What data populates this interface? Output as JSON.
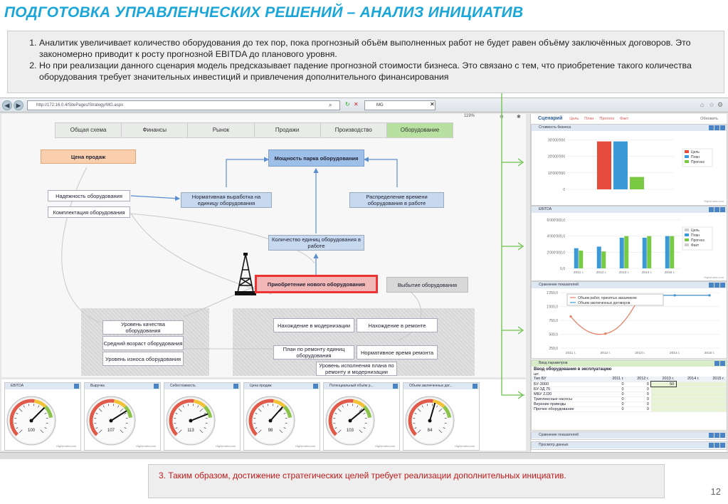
{
  "slide": {
    "title": "ПОДГОТОВКА УПРАВЛЕНЧЕСКИХ РЕШЕНИЙ – АНАЛИЗ ИНИЦИАТИВ",
    "points": [
      "Аналитик увеличивает количество оборудования до тех пор, пока прогнозный объём выполненных работ не будет равен объёму заключённых договоров. Это закономерно приводит к росту прогнозной EBITDA до планового уровня.",
      "Но при реализации данного сценария модель предсказывает падение прогнозной стоимости бизнеса. Это связано с тем, что приобретение такого количества оборудования требует значительных инвестиций и привлечения дополнительного финансирования"
    ],
    "note": "3. Таким образом, достижение стратегических целей требует реализации дополнительных инициатив.",
    "page_number": "12"
  },
  "browser": {
    "address": "http://172.16.0.4/SitePages/Strategy/MG.aspx",
    "tab": "MG",
    "zoom": "119%"
  },
  "tabs": [
    "Общая схема",
    "Финансы",
    "Рынок",
    "Продажи",
    "Производство",
    "Оборудование"
  ],
  "diagram": {
    "price": "Цена продаж",
    "capacity": "Мощность парка оборудования",
    "reliability": "Надежность оборудования",
    "completeness": "Комплектация оборудования",
    "norm_output": "Нормативная выработка на единицу оборудования",
    "time_dist": "Распределение времени оборудования в работе",
    "count_units": "Количество единиц оборудования в работе",
    "purchase": "Приобретение нового оборудования",
    "retire": "Выбытие оборудования",
    "quality": "Уровень качества оборудования",
    "avg_age": "Средний возраст оборудования",
    "wear": "Уровень износа оборудования",
    "modernization": "Нахождение в модернизации",
    "repair": "Нахождение в ремонте",
    "repair_plan": "План по ремонту единиц оборудования",
    "repair_time": "Нормативное время ремонта",
    "plan_exec": "Уровень исполнения плана по ремонту и модернизации"
  },
  "gauges": [
    {
      "title": "EBITDA",
      "value": "100",
      "needle": 100
    },
    {
      "title": "Выручка",
      "value": "107",
      "needle": 107
    },
    {
      "title": "Себестоимость",
      "value": "113",
      "needle": 113
    },
    {
      "title": "Цена продаж",
      "value": "98",
      "needle": 98
    },
    {
      "title": "Потенциальный объём р...",
      "value": "103",
      "needle": 103
    },
    {
      "title": "Объем заключенных дог...",
      "value": "84",
      "needle": 84
    }
  ],
  "gauge_credit": "Highcharts.com",
  "right": {
    "scenario_label": "Сценарий",
    "scenario_links": [
      "Цель",
      "План",
      "Прогноз",
      "Факт"
    ],
    "refresh": "Обновить",
    "panel1_title": "Стоимость бизнеса",
    "panel2_title": "EBITDA",
    "panel3_title": "Сравнение показателей",
    "panel4_title": "Ввод параметров",
    "panel5_title": "Сравнение показателей",
    "panel6_title": "Просмотр данных",
    "input_title": "Ввод оборудования в эксплуатацию",
    "input_unit": "шт.",
    "input_header": [
      "Тип БУ",
      "2011 г.",
      "2012 г.",
      "2013 г.",
      "2014 г.",
      "2015 г."
    ],
    "input_rows": [
      [
        "БУ-3000",
        "0",
        "0",
        "50",
        "",
        ""
      ],
      [
        "БУ-3Д 75",
        "0",
        "0",
        "",
        "",
        ""
      ],
      [
        "МБУ ZJ20",
        "0",
        "0",
        "",
        "",
        ""
      ],
      [
        "Триплексные насосы",
        "0",
        "0",
        "",
        "",
        ""
      ],
      [
        "Верхние приводы",
        "0",
        "0",
        "",
        "",
        ""
      ],
      [
        "Прочее оборудование",
        "0",
        "0",
        "",
        "",
        ""
      ]
    ]
  },
  "chart_data": [
    {
      "type": "bar",
      "title": "Стоимость бизнеса",
      "categories": [
        ""
      ],
      "series": [
        {
          "name": "Цель",
          "values": [
            29000000
          ]
        },
        {
          "name": "План",
          "values": [
            29000000
          ]
        },
        {
          "name": "Прогноз",
          "values": [
            7500000
          ]
        }
      ],
      "yticks": [
        "0",
        "10'000'000",
        "20'000'000",
        "30'000'000"
      ],
      "ylim": [
        0,
        31000000
      ],
      "colors": [
        "#e64b3c",
        "#3a9ad9",
        "#7ac943"
      ],
      "legend": "right",
      "credit": "Highcharts.com"
    },
    {
      "type": "bar",
      "title": "EBITDA",
      "categories": [
        "2011 г.",
        "2012 г.",
        "2013 г.",
        "2014 г.",
        "2015 г."
      ],
      "series": [
        {
          "name": "Цель",
          "values": [
            0,
            0,
            0,
            0,
            0
          ]
        },
        {
          "name": "План",
          "values": [
            2500000,
            2700000,
            3800000,
            3800000,
            4000000
          ]
        },
        {
          "name": "Прогноз",
          "values": [
            2200000,
            2100000,
            4000000,
            4000000,
            4000000
          ]
        },
        {
          "name": "Факт",
          "values": [
            0,
            0,
            0,
            0,
            0
          ]
        }
      ],
      "yticks": [
        "0,0",
        "2'000'000,0",
        "4'000'000,0",
        "6'000'000,0"
      ],
      "ylim": [
        0,
        6000000
      ],
      "colors": [
        "#cccccc",
        "#3a9ad9",
        "#7ac943",
        "#cccccc"
      ],
      "legend": "right",
      "credit": "Highcharts.com"
    },
    {
      "type": "line",
      "title": "Сравнение показателей",
      "categories": [
        "2011 г.",
        "2012 г.",
        "2013 г.",
        "2014 г.",
        "2015 г."
      ],
      "series": [
        {
          "name": "Объем работ, принятых заказчиком",
          "values": [
            820,
            510,
            1200,
            1200,
            1200
          ]
        },
        {
          "name": "Объем заключенных договоров",
          "values": [
            1200,
            1200,
            1200,
            1200,
            1200
          ]
        }
      ],
      "yticks": [
        "250,0",
        "500,0",
        "750,0",
        "1'000,0",
        "1'250,0"
      ],
      "ylim": [
        250,
        1250
      ],
      "colors": [
        "#e87a5d",
        "#3a9ad9"
      ],
      "legend": "top-left"
    }
  ]
}
